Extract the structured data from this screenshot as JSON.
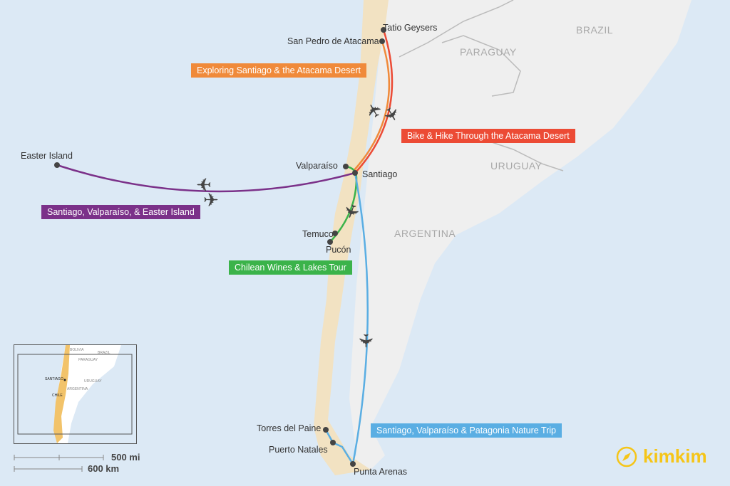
{
  "cities": {
    "tatio": "Tatio Geysers",
    "san_pedro": "San Pedro de Atacama",
    "valparaiso": "Valparaíso",
    "santiago": "Santiago",
    "easter": "Easter Island",
    "temuco": "Temuco",
    "pucon": "Pucón",
    "torres": "Torres del Paine",
    "natales": "Puerto Natales",
    "punta": "Punta Arenas"
  },
  "countries": {
    "brazil": "BRAZIL",
    "paraguay": "PARAGUAY",
    "uruguay": "URUGUAY",
    "argentina": "ARGENTINA"
  },
  "routes": [
    {
      "label": "Exploring Santiago & the Atacama Desert",
      "color": "#f08a3a"
    },
    {
      "label": "Bike & Hike Through the Atacama Desert",
      "color": "#ec4b35"
    },
    {
      "label": "Santiago, Valparaíso, & Easter Island",
      "color": "#7b3189"
    },
    {
      "label": "Chilean Wines & Lakes Tour",
      "color": "#3bb34a"
    },
    {
      "label": "Santiago, Valparaíso & Patagonia Nature Trip",
      "color": "#5aaee3"
    }
  ],
  "inset": {
    "bolivia": "BOLIVIA",
    "brazil": "BRAZIL",
    "paraguay": "PARAGUAY",
    "santiago": "SANTIAGO",
    "uruguay": "URUGUAY",
    "argentina": "ARGENTINA",
    "chile": "CHILE"
  },
  "scale": {
    "miles": "500 mi",
    "km": "600 km"
  },
  "logo": {
    "text": "kimkim",
    "color": "#f5c518"
  }
}
